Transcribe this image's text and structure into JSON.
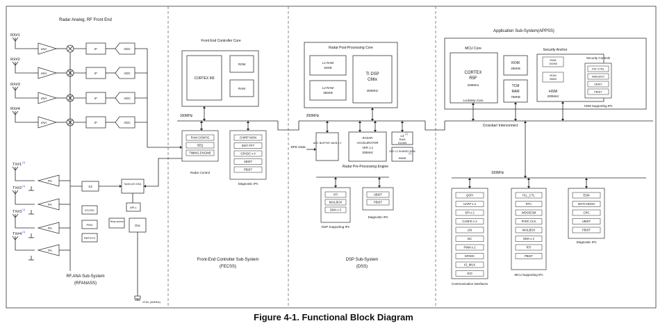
{
  "caption": "Figure 4-1. Functional Block Diagram",
  "rf": {
    "title": "Radar Analog, RF Front End",
    "rx": [
      "RX#1",
      "RX#2",
      "RX#3",
      "RX#4"
    ],
    "tx": [
      "TX#1",
      "TX#2",
      "TX#3",
      "TX#4"
    ],
    "tx_sup": "(1)",
    "lna": "LNA",
    "ifb": "IF",
    "adc": "ADC",
    "pa": "PA",
    "x3": "X3",
    "synth": "Synth (20 GHz)",
    "vcoc": "VCOSC",
    "pmu": "PMU",
    "refsys": "REFSYS",
    "temp": "Temp sensor",
    "apll": "APLL",
    "osc": "Osc",
    "xtal": "XTAL (40MHz)",
    "sub_title": "RF,ANA Sub-System",
    "sub_abbr": "(RFANASS)"
  },
  "fecss": {
    "core_title": "Front End Controller Core",
    "cortex": "CORTEX M3",
    "rom": "ROM",
    "ram": "RAM",
    "bus": "100MHz",
    "radar_ctrl": [
      "RAM CONFIG",
      "SEQ",
      "TIMING ENGINE"
    ],
    "radar_ctrl_label": "Radar Control",
    "diag": [
      "CHIRP MON",
      "BIST FFT",
      "GPADC x 4",
      "UBIST",
      "PBIST"
    ],
    "diag_label": "Diagnostic IPs",
    "sub_title": "Front-End Controller Sub-System",
    "sub_abbr": "(FECSS)"
  },
  "dss": {
    "core_title": "Radar Post-Processing Core",
    "l1ram": "L1 RAM",
    "l1ram_size": "64KB",
    "l2ram": "L2 RAM",
    "l2ram_size": "384KB",
    "dsp": "TI DSP",
    "dsp_model": "C66x",
    "dsp_freq": "450MHz",
    "bus": "200MHz",
    "dfe": "DFE Data",
    "adc_buffer": "ADC BUFFER 16KB x 2",
    "accel": [
      "RADAR",
      "ACCELERATOR",
      "VER 1.2",
      "200MHz"
    ],
    "accel_label": "Radar Pre-Processing Engine",
    "l3": "L3",
    "l3_sup": "(2)",
    "l3_ram": "RAM",
    "l3_size": "512KB",
    "shared": "DSS L2 SHARED RAM",
    "shared_sup": "(2)",
    "shared_size": "896KB",
    "dsp_support": [
      "XTI",
      "MAILBOX",
      "DMA x 3"
    ],
    "dsp_support_label": "DSP Supporting IPs",
    "diag": [
      "UBIST",
      "PBIST"
    ],
    "diag_label": "Diagnostic IPs",
    "sub_title": "DSP Sub-System",
    "sub_abbr": "(DSS)"
  },
  "appss": {
    "title": "Application Sub-System(APPSS)",
    "mcu_core": "MCU Core",
    "cortex": "CORTEX",
    "cortex_model": "R5F",
    "cortex_freq": "200MHz",
    "lockstep": "Lockstep Core",
    "rom": "ROM",
    "rom_size": "256KB",
    "tcm": "TCM",
    "tcm_ram": "RAM",
    "tcm_size": "768KB",
    "security_anchor": "Security Anchor",
    "hsm_ram": "RAM",
    "hsm_ram_size": "192KB",
    "hsm_rom": "ROM",
    "hsm_rom_size": "96KB",
    "hsm": "HSM",
    "hsm_freq": "200MHz",
    "sec_controls": "Security Controls",
    "sec_items": [
      "FW CTRL",
      "MAILBOX",
      "UBIST",
      "PBIST"
    ],
    "hsm_support": "HSM Supporting IPs",
    "crossbar": "Crossbar/ Interconnect",
    "bus": "100MHz",
    "comm": [
      "QSPI",
      "UART x 2",
      "SPI x 2",
      "CANFD x 2",
      "LIN",
      "I2C",
      "PWM x 2",
      "GPADC",
      "IO_MUX",
      "GIO"
    ],
    "comm_label": "Communication Interfaces",
    "mcu_support": [
      "PLL_CTL",
      "RTC",
      "WDG/ESM",
      "PARC CLK",
      "MAILBOX",
      "DMA x 2",
      "RTI",
      "PBIST"
    ],
    "mcu_support_label": "MCU Supporting IPs",
    "diag": [
      "ESM",
      "WATCHDOG",
      "CRC",
      "UBIST",
      "PBIST"
    ],
    "diag_label": "Diagnostic IPs"
  }
}
